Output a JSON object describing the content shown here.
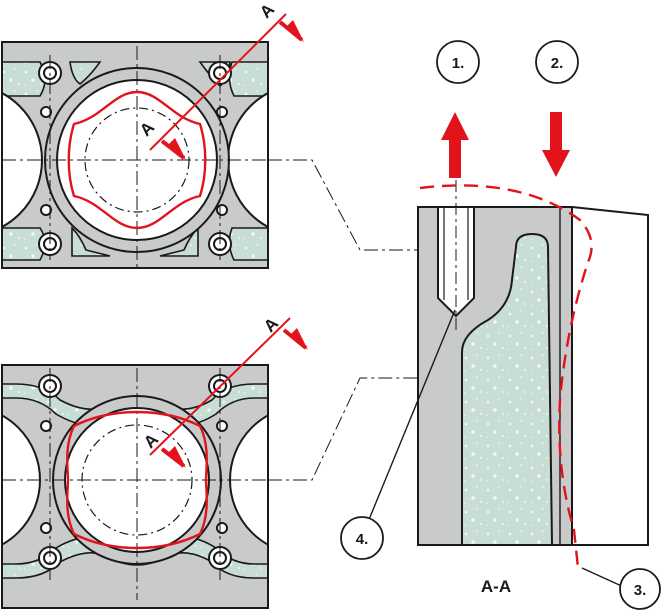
{
  "labels": {
    "section_marker": "A",
    "section_caption": "A-A",
    "callout_1": "1.",
    "callout_2": "2.",
    "callout_3": "3.",
    "callout_4": "4."
  },
  "colors": {
    "red": "#e3131b",
    "metal": "#c9cbcb",
    "coolant": "#c8ddd4",
    "outline": "#1a1a1a",
    "panel_bg": "#ffffff"
  }
}
